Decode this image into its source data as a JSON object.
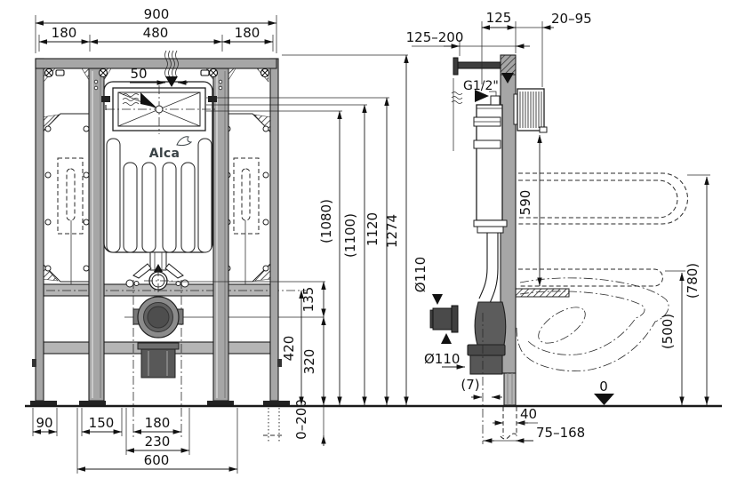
{
  "front_view": {
    "logo": "Alca",
    "dims": {
      "overall_width": "900",
      "left_segment": "180",
      "center_segment": "480",
      "right_segment": "180",
      "inlet_offset": "50",
      "flush_to_drain": "135",
      "fixing_rail_height": "420",
      "drain_center_height": "320",
      "height_1080": "(1080)",
      "height_1100": "(1100)",
      "height_1120": "1120",
      "height_total": "1274",
      "anchor_plate": "90",
      "foot_width": "150",
      "stud_spacing": "180",
      "drain_span": "230",
      "leg_spacing": "600",
      "leg_extension": "0–200"
    }
  },
  "side_view": {
    "dims": {
      "bracket_depth_range": "125–200",
      "frame_depth": "125",
      "wall_clearance_range": "20–95",
      "water_connection": "G1/2\"",
      "plate_to_bowl": "590",
      "outlet_diameter_top": "Ø110",
      "outlet_diameter_bottom": "Ø110",
      "outlet_offset": "(7)",
      "seat_outline_height": "(780)",
      "bowl_height": "(500)",
      "floor_level": "0",
      "floor_outlet_width": "40",
      "outlet_distance_range": "75–168"
    }
  },
  "palette": {
    "line": "#1a1a1a",
    "steel_gray": "#a6a6a6",
    "dark_pipe": "#565656",
    "background": "#ffffff"
  }
}
